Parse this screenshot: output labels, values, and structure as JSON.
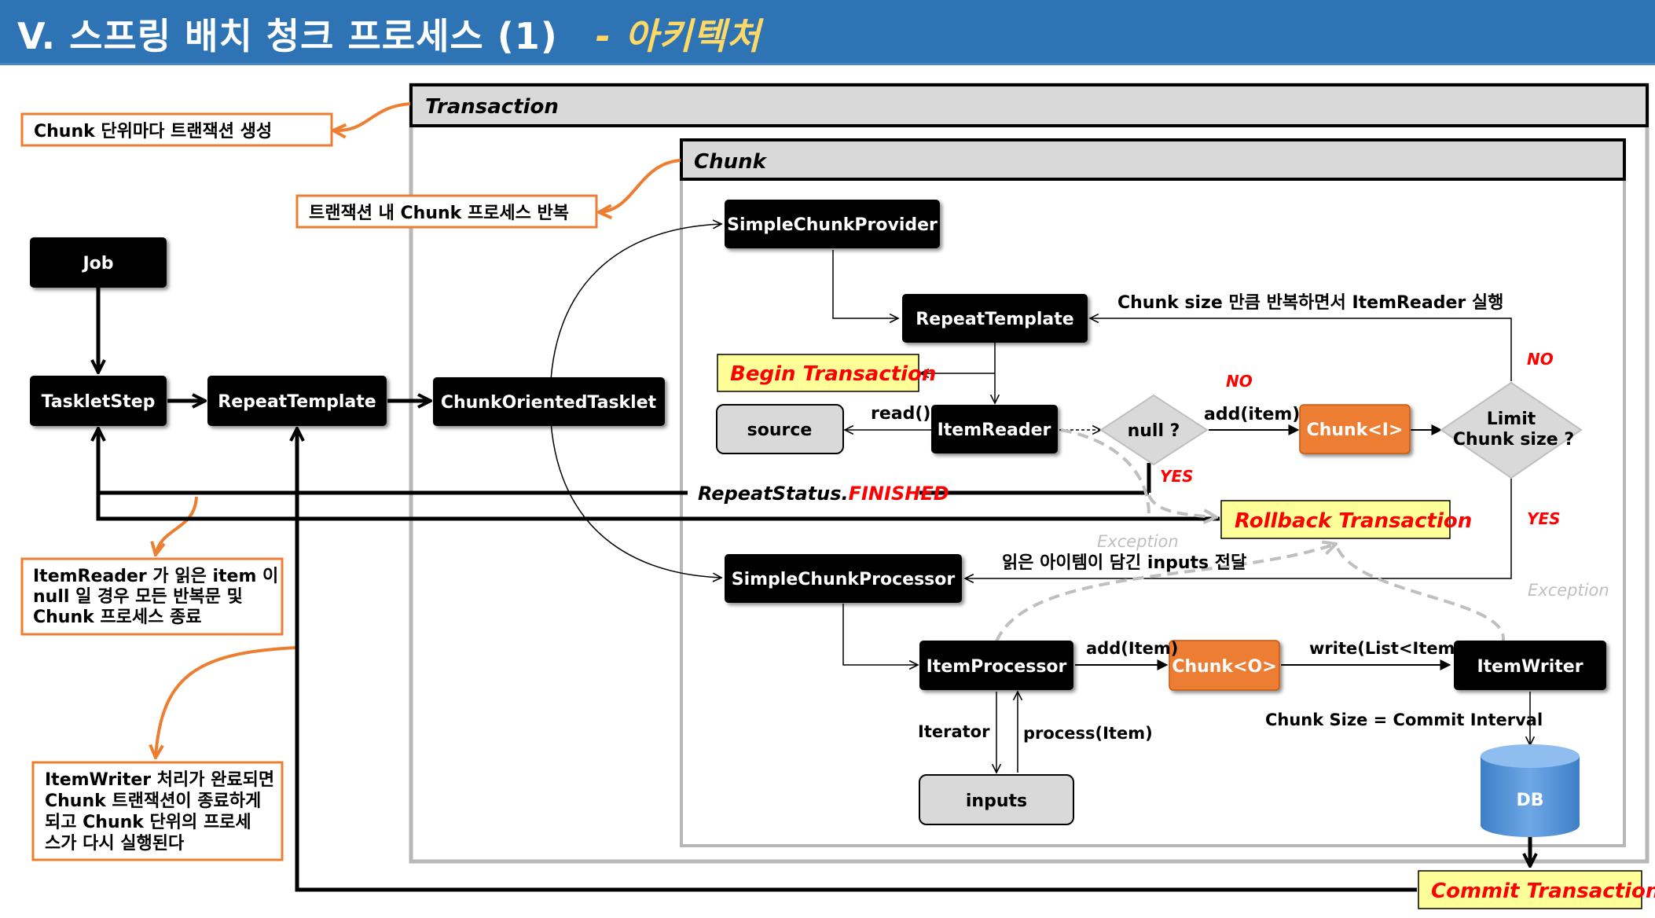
{
  "header": {
    "title": "V. 스프링 배치 청크 프로세스 (1)",
    "subtitle": "- 아키텍처"
  },
  "colors": {
    "header_bg": "#2e74b5",
    "subtitle": "#ffd966",
    "node_dark": "#000000",
    "node_orange": "#ed7d31",
    "node_grey": "#d9d9d9",
    "callout_border": "#ed7d31",
    "highlight_bg": "#ffff99",
    "accent_red": "#ff0000"
  },
  "containers": {
    "transaction": "Transaction",
    "chunk": "Chunk"
  },
  "callouts": {
    "chunk_tx": "Chunk 단위마다 트랜잭션 생성",
    "repeat_chunk": "트랜잭션 내 Chunk 프로세스 반복",
    "reader_null": [
      "ItemReader 가 읽은 item 이",
      "null 일 경우 모든 반복문 및",
      "Chunk 프로세스 종료"
    ],
    "writer_done": [
      "ItemWriter 처리가 완료되면",
      "Chunk 트랜잭션이 종료하게",
      "되고 Chunk 단위의 프로세",
      "스가 다시 실행된다"
    ]
  },
  "nodes": {
    "job": "Job",
    "tasklet_step": "TaskletStep",
    "repeat_template_outer": "RepeatTemplate",
    "chunk_oriented_tasklet": "ChunkOrientedTasklet",
    "simple_chunk_provider": "SimpleChunkProvider",
    "repeat_template_inner": "RepeatTemplate",
    "item_reader": "ItemReader",
    "source": "source",
    "null_check": "null ?",
    "chunk_i": "Chunk<I>",
    "limit_check": [
      "Limit",
      "Chunk size ?"
    ],
    "simple_chunk_processor": "SimpleChunkProcessor",
    "item_processor": "ItemProcessor",
    "chunk_o": "Chunk<O>",
    "item_writer": "ItemWriter",
    "inputs": "inputs",
    "db": "DB"
  },
  "highlights": {
    "begin_tx": "Begin Transaction",
    "rollback_tx": "Rollback Transaction",
    "commit_tx": "Commit Transaction"
  },
  "labels": {
    "repeat_reader": "Chunk size 만큼 반복하면서 ItemReader 실행",
    "read": "read()",
    "add_item": "add(item)",
    "no_top": "NO",
    "no_right": "NO",
    "yes_null": "YES",
    "yes_limit": "YES",
    "repeat_status_prefix": "RepeatStatus.",
    "repeat_status_value": "FINISHED",
    "exception_left": "Exception",
    "exception_right": "Exception",
    "inputs_transfer": "읽은 아이템이 담긴 inputs 전달",
    "add_item_proc": "add(Item)",
    "write_list": "write(List<Item>)",
    "iterator": "Iterator",
    "process_item": "process(Item)",
    "commit_interval": "Chunk Size = Commit Interval"
  }
}
